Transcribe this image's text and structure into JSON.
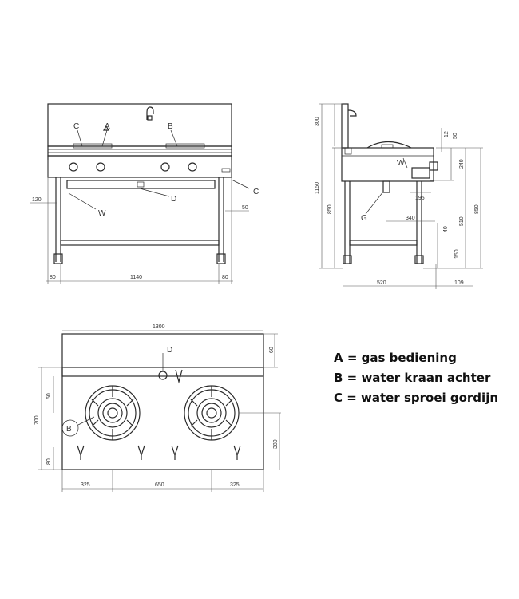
{
  "legend": [
    "A = gas bediening",
    "B = water kraan achter",
    "C = water sproei gordijn"
  ],
  "front_view": {
    "labels": {
      "a": "A",
      "b": "B",
      "c": "C",
      "c_side": "C",
      "d": "D",
      "w": "W"
    },
    "dims": {
      "left": "120",
      "right": "50",
      "bottom_left": "80",
      "width": "1140",
      "bottom_right": "80"
    }
  },
  "side_view": {
    "labels": {
      "w": "W",
      "g": "G"
    },
    "dims": {
      "top": "300",
      "total": "1150",
      "lower": "850",
      "d12": "12",
      "d50": "50",
      "d240": "240",
      "d195": "195",
      "d340": "340",
      "d40": "40",
      "d510": "510",
      "d850r": "850",
      "d150": "150",
      "d520": "520",
      "d109": "109"
    }
  },
  "top_view": {
    "labels": {
      "d": "D",
      "b": "B"
    },
    "dims": {
      "width": "1300",
      "d60": "60",
      "depth": "700",
      "d50": "50",
      "d80": "80",
      "d380": "380",
      "left": "325",
      "mid": "650",
      "right": "325"
    }
  }
}
